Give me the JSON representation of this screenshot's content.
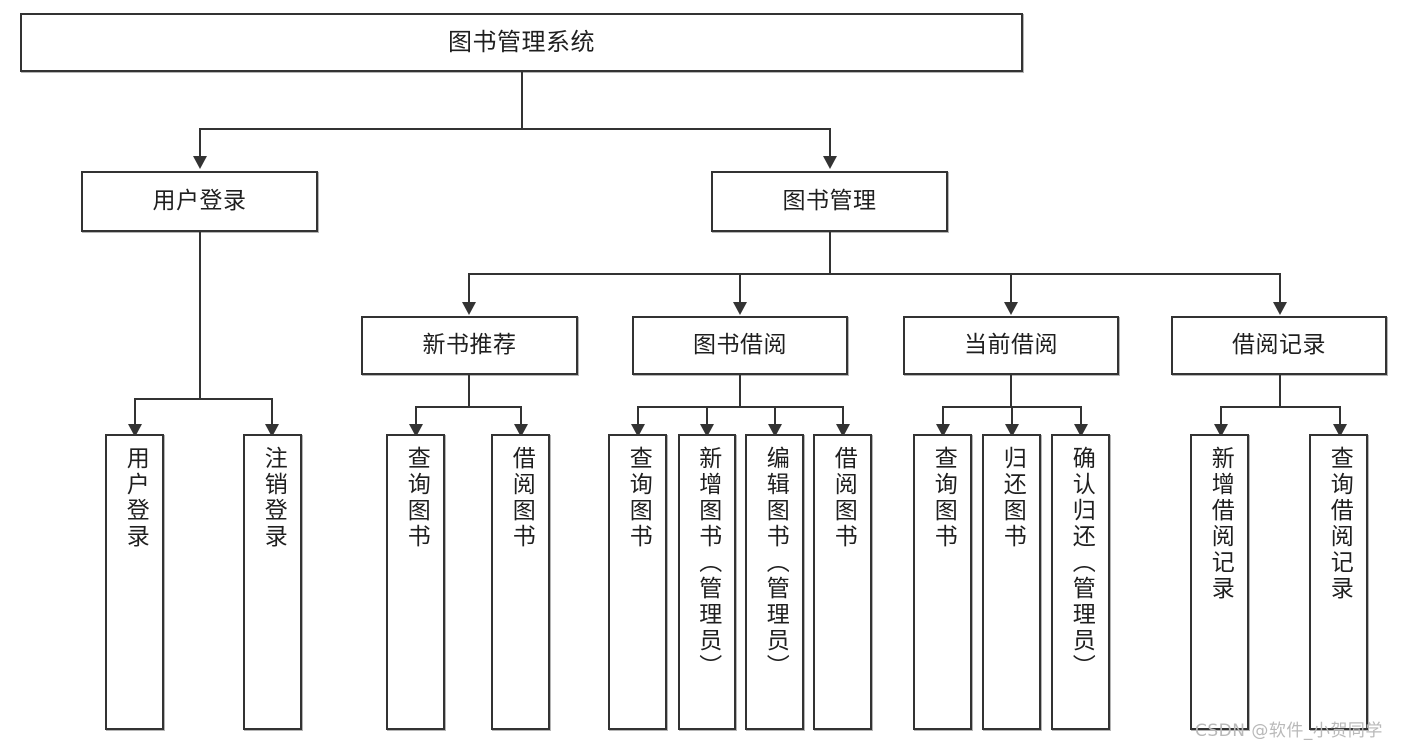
{
  "diagram": {
    "type": "tree-hierarchy",
    "title": "图书管理系统",
    "root": {
      "id": "root",
      "label": "图书管理系统"
    },
    "level2": [
      {
        "id": "user-login",
        "label": "用户登录"
      },
      {
        "id": "book-mgmt",
        "label": "图书管理"
      }
    ],
    "level3": [
      {
        "id": "new-book-rec",
        "label": "新书推荐",
        "parent": "book-mgmt"
      },
      {
        "id": "book-borrow",
        "label": "图书借阅",
        "parent": "book-mgmt"
      },
      {
        "id": "current-borrow",
        "label": "当前借阅",
        "parent": "book-mgmt"
      },
      {
        "id": "borrow-record",
        "label": "借阅记录",
        "parent": "book-mgmt"
      }
    ],
    "leaves": [
      {
        "id": "leaf-user-login",
        "label": "用户登录",
        "parent": "user-login"
      },
      {
        "id": "leaf-user-logout",
        "label": "注销登录",
        "parent": "user-login"
      },
      {
        "id": "leaf-query-book-1",
        "label": "查询图书",
        "parent": "new-book-rec"
      },
      {
        "id": "leaf-borrow-book-1",
        "label": "借阅图书",
        "parent": "new-book-rec"
      },
      {
        "id": "leaf-query-book-2",
        "label": "查询图书",
        "parent": "book-borrow"
      },
      {
        "id": "leaf-add-book",
        "label": "新增图书（管理员）",
        "parent": "book-borrow"
      },
      {
        "id": "leaf-edit-book",
        "label": "编辑图书（管理员）",
        "parent": "book-borrow"
      },
      {
        "id": "leaf-borrow-book-2",
        "label": "借阅图书",
        "parent": "book-borrow"
      },
      {
        "id": "leaf-query-book-3",
        "label": "查询图书",
        "parent": "current-borrow"
      },
      {
        "id": "leaf-return-book",
        "label": "归还图书",
        "parent": "current-borrow"
      },
      {
        "id": "leaf-confirm-return",
        "label": "确认归还（管理员）",
        "parent": "current-borrow"
      },
      {
        "id": "leaf-add-record",
        "label": "新增借阅记录",
        "parent": "borrow-record"
      },
      {
        "id": "leaf-query-record",
        "label": "查询借阅记录",
        "parent": "borrow-record"
      }
    ]
  },
  "watermark": {
    "text": "CSDN @软件_小贺同学"
  },
  "colors": {
    "stroke": "#333333",
    "background": "#ffffff",
    "text": "#1f1f1f",
    "watermark": "#b9b9b9"
  }
}
